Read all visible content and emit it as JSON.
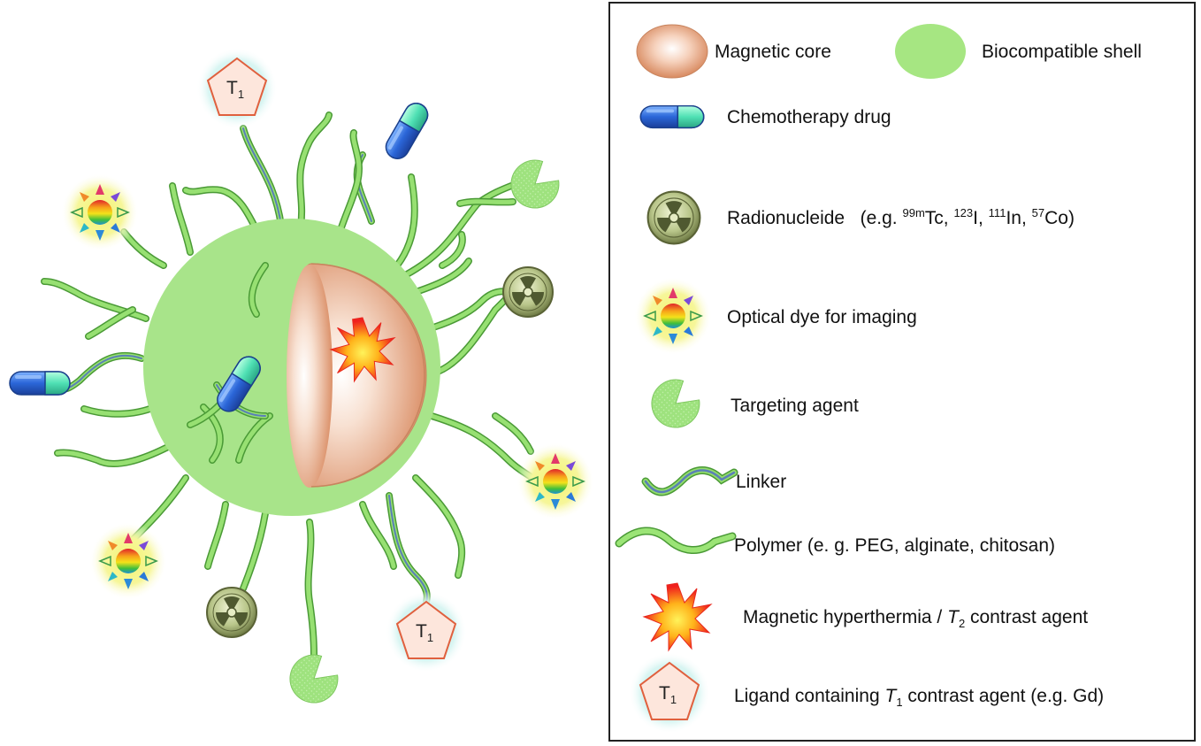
{
  "legend": {
    "magnetic_core": "Magnetic core",
    "biocompatible_shell": "Biocompatible shell",
    "chemotherapy_drug": "Chemotherapy drug",
    "radionucleide": {
      "label": "Radionucleide",
      "example_prefix": "(e.g. ",
      "isotopes": [
        {
          "mass": "99m",
          "symbol": "Tc"
        },
        {
          "mass": "123",
          "symbol": "I"
        },
        {
          "mass": "111",
          "symbol": "In"
        },
        {
          "mass": "57",
          "symbol": "Co"
        }
      ],
      "example_suffix": ")"
    },
    "optical_dye": "Optical dye for imaging",
    "targeting_agent": "Targeting agent",
    "linker": "Linker",
    "polymer": "Polymer (e. g. PEG, alginate, chitosan)",
    "hyperthermia": {
      "prefix": "Magnetic hyperthermia / ",
      "t": "T",
      "sub": "2",
      "suffix": " contrast agent"
    },
    "ligand": {
      "prefix": "Ligand containing ",
      "t": "T",
      "sub": "1",
      "suffix": " contrast agent (e.g. Gd)"
    }
  },
  "t1_badge": {
    "t": "T",
    "sub": "1"
  },
  "colors": {
    "shell": "#a8e48a",
    "polymer": "#8fdc6a",
    "polymer_edge": "#4f9a3a",
    "linker": "#5a7fb8",
    "core_light": "#ffffff",
    "core_dark": "#e09a74",
    "drug_blue": "#2f6fd6",
    "drug_teal": "#58e0b0",
    "pentagon_fill": "#fde6dc",
    "pentagon_stroke": "#e05a3a",
    "glow_cyan": "#bfeeee",
    "glow_yellow": "#f2f25a",
    "border": "#222222"
  },
  "icons": [
    "nanoparticle-diagram",
    "magnetic-core-icon",
    "biocompatible-shell-icon",
    "chemotherapy-drug-icon",
    "radionucleide-icon",
    "optical-dye-icon",
    "targeting-agent-icon",
    "linker-icon",
    "polymer-icon",
    "hyperthermia-icon",
    "t1-ligand-icon"
  ]
}
